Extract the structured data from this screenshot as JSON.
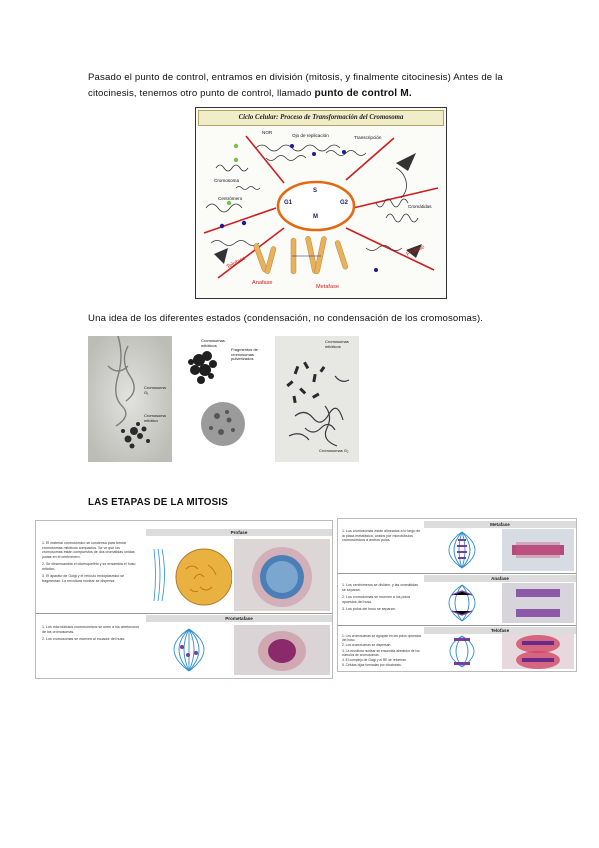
{
  "intro": {
    "text": "Pasado el punto de control, entramos en división (mitosis, y finalmente citocinesis) Antes de la citocinesis, tenemos otro punto de control, llamado ",
    "bold": "punto de control M."
  },
  "cycle_figure": {
    "title": "Ciclo Celular: Proceso de Transformación del Cromosoma",
    "labels": {
      "nor": "NOR",
      "ojo": "Ojo de replicación",
      "transcripcion": "Transcripción",
      "cromosoma": "Cromosoma",
      "centromero": "Centrómero",
      "cromatidas": "Cromátidas",
      "s": "S",
      "g1": "G1",
      "g2": "G2",
      "m": "M",
      "telofase": "Telofase",
      "profase": "Profase",
      "anafase": "Anafase",
      "metafase": "Metafase"
    }
  },
  "states_text": "Una idea de los diferentes estados (condensación, no condensación de los cromosomas).",
  "micrographs": {
    "m1": {
      "label_a": "Cromosoma",
      "label_a2": "G₁",
      "label_b": "Cromosoma",
      "label_b2": "mitótico"
    },
    "m2": {
      "label_a": "Cromosomas",
      "label_a2": "mitóticos",
      "label_b": "Fragmentos de",
      "label_b2": "cromosomas",
      "label_b3": "pulverizados"
    },
    "m3": {
      "label_a": "Cromosomas",
      "label_a2": "mitóticos",
      "label_b": "Cromosomas G₂"
    }
  },
  "section_title": "LAS ETAPAS DE LA MITOSIS",
  "left_panel": {
    "profase": {
      "header": "Profase",
      "items": [
        "1. El material cromosómico se condensa para formar cromosomas mitóticos compactos. Se ve que los cromosomas están compuestos de dos cromátidas unidas juntas en el centrómero.",
        "2. Se desensambla el citoesqueleto y se ensambla el huso mitótico.",
        "3. El aparato de Golgi y el retículo endoplásmico se fragmentan. La envoltura nuclear se dispersa."
      ]
    },
    "prometafase": {
      "header": "Prometafase",
      "items": [
        "1. Los microtúbulos cromosómicos se unen a los cinetocoros de los cromosomas.",
        "2. Los cromosomas se mueven al ecuador del huso."
      ]
    }
  },
  "right_panel": {
    "metafase": {
      "header": "Metafase",
      "items": [
        "1. Los cromosomas están alineados a lo largo de la placa metafásica, unidos por microtúbulos cromosómicos a ambos polos."
      ]
    },
    "anafase": {
      "header": "Anafase",
      "items": [
        "1. Los centrómeros se dividen, y las cromátidas se separan.",
        "2. Los cromosomas se mueven a los polos opuestos del huso.",
        "3. Los polos del huso se separan."
      ]
    },
    "telofase": {
      "header": "Telofase",
      "items": [
        "1. Los cromosomas se agrupan en los polos opuestos del huso.",
        "2. Los cromosomas se dispersan.",
        "3. La envoltura nuclear se ensambla alrededor de los cúmulos de cromosomas.",
        "4. El complejo de Golgi y el RE se reforman.",
        "5. Células hijas formadas por citocinesis."
      ]
    }
  },
  "colors": {
    "red_line": "#cc1f1f",
    "orange_ring": "#e46a12",
    "spindle_blue": "#2d8fd2",
    "stain_magenta": "#b0306a"
  }
}
